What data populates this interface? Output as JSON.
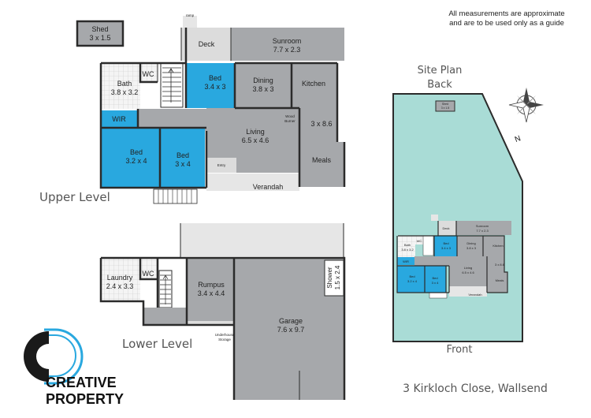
{
  "note": {
    "line1": "All measurements are approximate",
    "line2": "and are to be used only as a guide"
  },
  "levels": {
    "upper": "Upper Level",
    "lower": "Lower Level"
  },
  "rooms": {
    "shed": {
      "name": "Shed",
      "size": "3 x 1.5"
    },
    "deck": {
      "name": "Deck"
    },
    "ramp": {
      "name": "ramp"
    },
    "sunroom": {
      "name": "Sunroom",
      "size": "7.7 x 2.3"
    },
    "bath": {
      "name": "Bath",
      "size": "3.8 x 3.2"
    },
    "wc_upper": {
      "name": "WC"
    },
    "bed1": {
      "name": "Bed",
      "size": "3.4 x 3"
    },
    "dining": {
      "name": "Dining",
      "size": "3.8 x 3"
    },
    "kitchen": {
      "name": "Kitchen",
      "size": "3 x 8.6"
    },
    "wir": {
      "name": "WIR"
    },
    "wood_burner": {
      "line1": "Wood",
      "line2": "Burner"
    },
    "living": {
      "name": "Living",
      "size": "6.5 x 4.6"
    },
    "bed2": {
      "name": "Bed",
      "size": "3.2 x 4"
    },
    "bed3": {
      "name": "Bed",
      "size": "3 x 4"
    },
    "entry": {
      "name": "Entry"
    },
    "meals": {
      "name": "Meals"
    },
    "verandah": {
      "name": "Verandah"
    },
    "laundry": {
      "name": "Laundry",
      "size": "2.4 x 3.3"
    },
    "wc_lower": {
      "name": "WC"
    },
    "rumpus": {
      "name": "Rumpus",
      "size": "3.4 x 4.4"
    },
    "shower": {
      "name": "Shower",
      "size": "1.5 x 2.4"
    },
    "garage": {
      "name": "Garage",
      "size": "7.6 x 9.7"
    },
    "underhouse": {
      "line1": "Underhouse",
      "line2": "Storage"
    }
  },
  "site": {
    "title_line1": "Site Plan",
    "title_line2": "Back",
    "front": "Front",
    "shed": {
      "name": "Shed",
      "size": "3 x 1.5"
    },
    "sunroom": {
      "name": "Sunroom",
      "size": "7.7 x 2.3"
    },
    "deck": "Deck",
    "bath": {
      "name": "Bath",
      "size": "3.8 x 3.2"
    },
    "wc": "WC",
    "bed1": {
      "name": "Bed",
      "size": "3.4 x 3"
    },
    "dining": {
      "name": "Dining",
      "size": "3.8 x 3"
    },
    "kitchen": "Kitchen",
    "kitchen_size": "3 x 8.6",
    "living": {
      "name": "Living",
      "size": "6.5 x 4.6"
    },
    "bed2": {
      "name": "Bed",
      "size": "3.2 x 4"
    },
    "bed3": {
      "name": "Bed",
      "size": "3 x 4"
    },
    "meals": "Meals",
    "verandah": "Verandah",
    "wir": "WIR"
  },
  "compass": {
    "north": "N"
  },
  "brand": {
    "line1": "CREATIVE",
    "line2": "PROPERTY"
  },
  "address": "3 Kirkloch Close, Wallsend",
  "colors": {
    "blue": "#29a8df",
    "grey": "#a6a8ab",
    "light_grey": "#dcdcdc",
    "site_green": "#a9dcd6",
    "dark": "#2b2b2b"
  }
}
